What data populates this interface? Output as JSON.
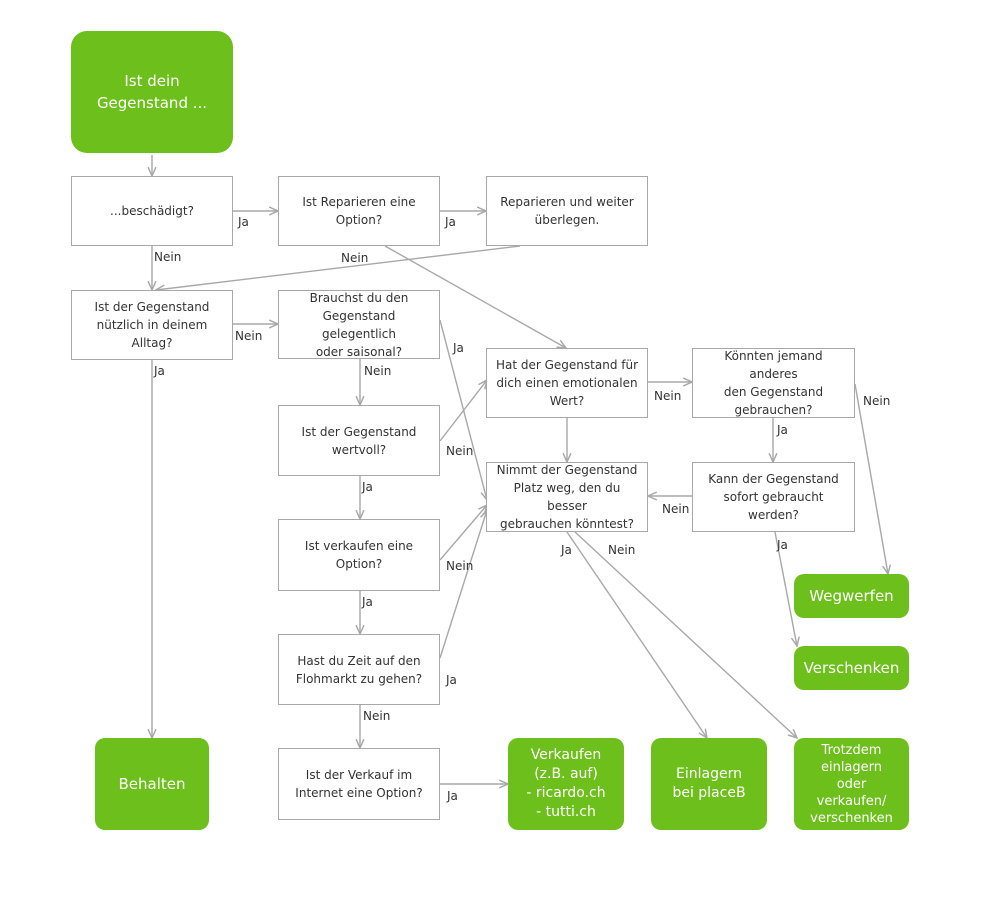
{
  "colors": {
    "green": "#6dbf1b",
    "box_border": "#a8a8a8",
    "edge": "#a8a8a8",
    "text": "#333333"
  },
  "nodes": {
    "start": "Ist dein\nGegenstand ...",
    "damaged": "...beschädigt?",
    "repair_option": "Ist Reparieren eine\nOption?",
    "repair_action": "Reparieren und weiter\nüberlegen.",
    "useful": "Ist der Gegenstand\nnützlich in deinem\nAlltag?",
    "occasional": "Brauchst du den\nGegenstand gelegentlich\noder saisonal?",
    "valuable": "Ist der Gegenstand\nwertvoll?",
    "sell_option": "Ist verkaufen eine\nOption?",
    "flea_market": "Hast du Zeit auf den\nFlohmarkt zu gehen?",
    "online_sale": "Ist der Verkauf im\nInternet eine Option?",
    "emotional": "Hat der Gegenstand für\ndich einen emotionalen\nWert?",
    "space": "Nimmt der Gegenstand\nPlatz weg, den du besser\ngebrauchen könntest?",
    "someone_else": "Könnten jemand anderes\nden Gegenstand\ngebrauchen?",
    "immediate": "Kann der Gegenstand\nsofort gebraucht\nwerden?",
    "keep": "Behalten",
    "sell": "Verkaufen\n(z.B. auf)\n- ricardo.ch\n- tutti.ch",
    "store": "Einlagern\nbei placeB",
    "anyway": "Trotzdem\neinlagern\noder\nverkaufen/\nverschenken",
    "throw_away": "Wegwerfen",
    "give_away": "Verschenken"
  },
  "labels": {
    "damaged_ja": "Ja",
    "damaged_nein": "Nein",
    "repair_ja": "Ja",
    "repair_nein": "Nein",
    "useful_nein": "Nein",
    "useful_ja": "Ja",
    "occasional_ja": "Ja",
    "occasional_nein": "Nein",
    "valuable_nein": "Nein",
    "valuable_ja": "Ja",
    "sell_nein": "Nein",
    "sell_ja": "Ja",
    "flea_ja": "Ja",
    "flea_nein": "Nein",
    "online_ja": "Ja",
    "emotional_nein": "Nein",
    "someone_ja": "Ja",
    "someone_nein": "Nein",
    "immediate_nein": "Nein",
    "immediate_ja": "Ja",
    "space_ja": "Ja",
    "space_nein": "Nein"
  }
}
